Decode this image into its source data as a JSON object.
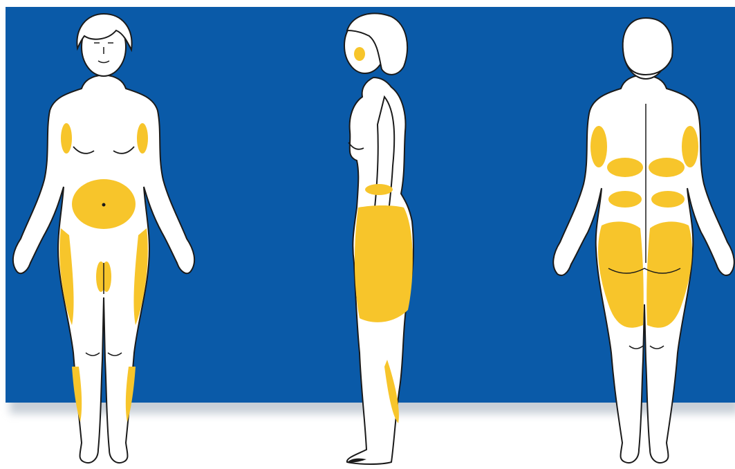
{
  "scene": {
    "description_labels": [],
    "colors": {
      "background_panel": "#0a5aa8",
      "panel_shadow": "#9aa7b6",
      "page": "#ffffff",
      "skin": "#ffffff",
      "highlight": "#f7c52b",
      "outline": "#1a1a1a"
    },
    "figures": [
      {
        "view": "front"
      },
      {
        "view": "side"
      },
      {
        "view": "back"
      }
    ]
  }
}
